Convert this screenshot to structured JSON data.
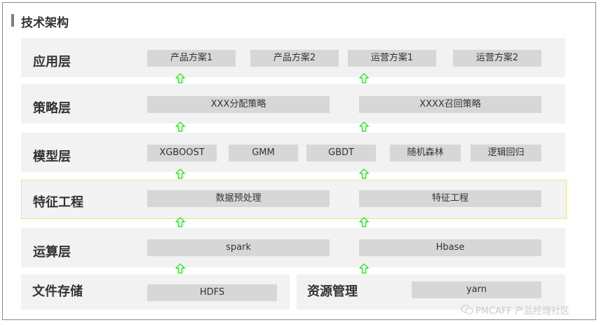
{
  "title": "技术架构",
  "layers": {
    "app": {
      "label": "应用层",
      "items": [
        "产品方案1",
        "产品方案2",
        "运营方案1",
        "运营方案2"
      ]
    },
    "strategy": {
      "label": "策略层",
      "items": [
        "XXX分配策略",
        "XXXX召回策略"
      ]
    },
    "model": {
      "label": "模型层",
      "items": [
        "XGBOOST",
        "GMM",
        "GBDT",
        "随机森林",
        "逻辑回归"
      ]
    },
    "feature": {
      "label": "特征工程",
      "items": [
        "数据预处理",
        "特征工程"
      ]
    },
    "compute": {
      "label": "运算层",
      "items": [
        "spark",
        "Hbase"
      ]
    },
    "storage": {
      "label": "文件存储",
      "items": [
        "HDFS"
      ]
    },
    "resource": {
      "label": "资源管理",
      "items": [
        "yarn"
      ]
    }
  },
  "watermark": "PMCAFF 产品经理社区",
  "colors": {
    "arrow": "#22ee22",
    "row_bg": "#f2f2f2",
    "box_bg": "#d7d7d7",
    "highlight_border": "#f0e27a"
  },
  "icons": {
    "arrow": "hollow-up-arrow-icon",
    "watermark": "wechat-icon"
  }
}
